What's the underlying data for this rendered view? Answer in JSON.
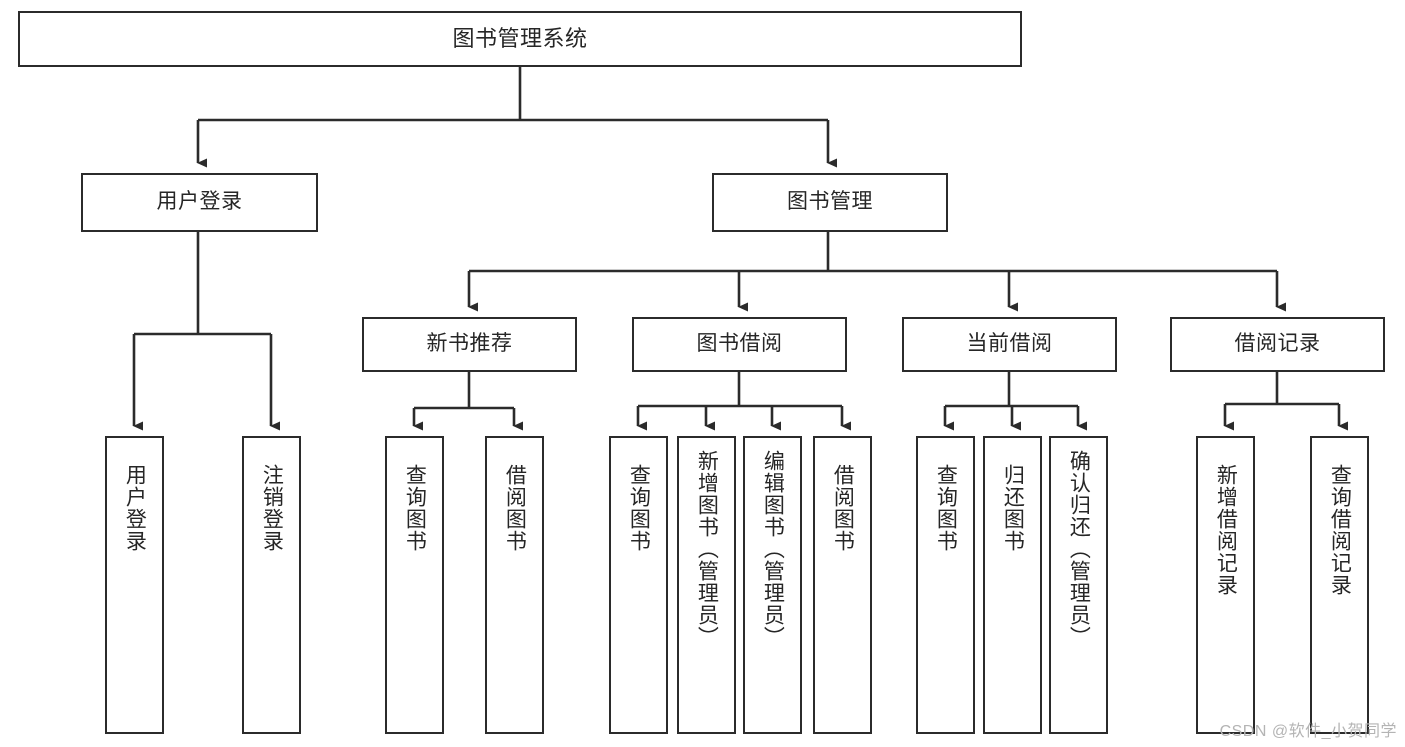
{
  "diagram": {
    "title": "图书管理系统",
    "type": "hierarchy-tree",
    "watermark": "CSDN @软件_小贺同学",
    "colors": {
      "stroke": "#2b2b2b",
      "fill": "#ffffff",
      "text": "#262626",
      "watermark": "#b4b4b4"
    },
    "nodes": {
      "root": {
        "label": "图书管理系统"
      },
      "level2": [
        {
          "id": "user-login",
          "label": "用户登录"
        },
        {
          "id": "book-manage",
          "label": "图书管理"
        }
      ],
      "level3": [
        {
          "id": "new-book-recommend",
          "label": "新书推荐"
        },
        {
          "id": "book-borrow",
          "label": "图书借阅"
        },
        {
          "id": "current-borrow",
          "label": "当前借阅"
        },
        {
          "id": "borrow-record",
          "label": "借阅记录"
        }
      ],
      "leaves": [
        {
          "id": "leaf-user-login",
          "parent": "user-login",
          "label": "用户登录"
        },
        {
          "id": "leaf-logout",
          "parent": "user-login",
          "label": "注销登录"
        },
        {
          "id": "leaf-query-book-1",
          "parent": "new-book-recommend",
          "label": "查询图书"
        },
        {
          "id": "leaf-borrow-book-1",
          "parent": "new-book-recommend",
          "label": "借阅图书"
        },
        {
          "id": "leaf-query-book-2",
          "parent": "book-borrow",
          "label": "查询图书"
        },
        {
          "id": "leaf-add-book",
          "parent": "book-borrow",
          "label": "新增图书（管理员）"
        },
        {
          "id": "leaf-edit-book",
          "parent": "book-borrow",
          "label": "编辑图书（管理员）"
        },
        {
          "id": "leaf-borrow-book-2",
          "parent": "book-borrow",
          "label": "借阅图书"
        },
        {
          "id": "leaf-query-book-3",
          "parent": "current-borrow",
          "label": "查询图书"
        },
        {
          "id": "leaf-return-book",
          "parent": "current-borrow",
          "label": "归还图书"
        },
        {
          "id": "leaf-confirm-return",
          "parent": "current-borrow",
          "label": "确认归还（管理员）"
        },
        {
          "id": "leaf-add-record",
          "parent": "borrow-record",
          "label": "新增借阅记录"
        },
        {
          "id": "leaf-query-record",
          "parent": "borrow-record",
          "label": "查询借阅记录"
        }
      ]
    }
  }
}
